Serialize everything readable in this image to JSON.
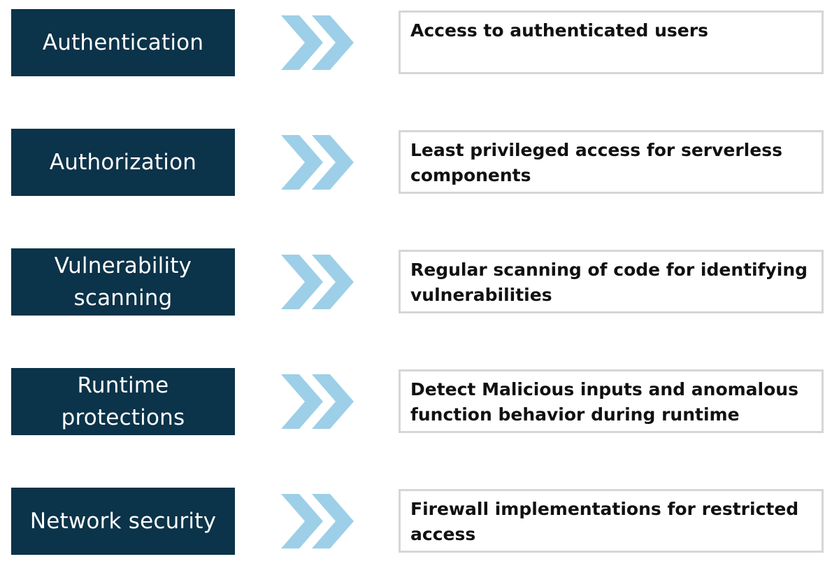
{
  "colors": {
    "label_bg": "#0b3349",
    "label_text": "#ffffff",
    "chevron": "#9dcfe8",
    "desc_border": "#d6d6d6"
  },
  "icons": [
    "double-chevron-right-icon"
  ],
  "rows": [
    {
      "label": "Authentication",
      "description": "Access to authenticated users"
    },
    {
      "label": "Authorization",
      "description": "Least privileged access for serverless components"
    },
    {
      "label": "Vulnerability scanning",
      "description": "Regular scanning of code for identifying vulnerabilities"
    },
    {
      "label": "Runtime protections",
      "description": "Detect Malicious inputs  and anomalous function behavior during runtime"
    },
    {
      "label": "Network security",
      "description": "Firewall implementations for restricted access"
    }
  ]
}
